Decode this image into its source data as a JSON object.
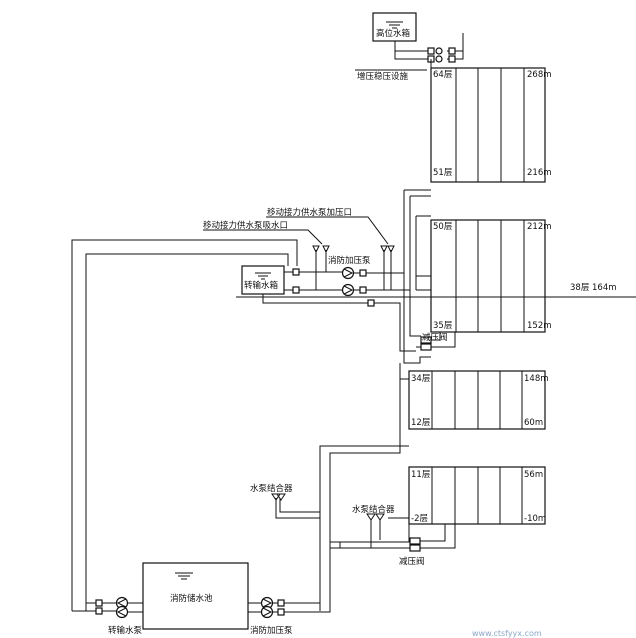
{
  "labels": {
    "high_tank": "高位水箱",
    "boost_facility": "增压稳压设施",
    "mobile_pressure_port": "移动接力供水泵加压口",
    "mobile_suction_port": "移动接力供水泵吸水口",
    "fire_booster_pump_upper": "消防加压泵",
    "transfer_tank": "转输水箱",
    "axis_line": "38层 164m",
    "pressure_reducing_valve_upper": "减压阀",
    "pump_adapter_left": "水泵结合器",
    "pump_adapter_mid": "水泵结合器",
    "pressure_reducing_valve_lower": "减压阀",
    "fire_reservoir": "消防储水池",
    "transfer_pump": "转输水泵",
    "fire_booster_pump_lower": "消防加压泵",
    "watermark": "www.ctsfyyx.com"
  },
  "zones": [
    {
      "top_floor": "64层",
      "top_elev": "268m",
      "bottom_floor": "51层",
      "bottom_elev": "216m"
    },
    {
      "top_floor": "50层",
      "top_elev": "212m",
      "bottom_floor": "35层",
      "bottom_elev": "152m"
    },
    {
      "top_floor": "34层",
      "top_elev": "148m",
      "bottom_floor": "12层",
      "bottom_elev": "60m"
    },
    {
      "top_floor": "11层",
      "top_elev": "56m",
      "bottom_floor": "-2层",
      "bottom_elev": "-10m"
    }
  ]
}
